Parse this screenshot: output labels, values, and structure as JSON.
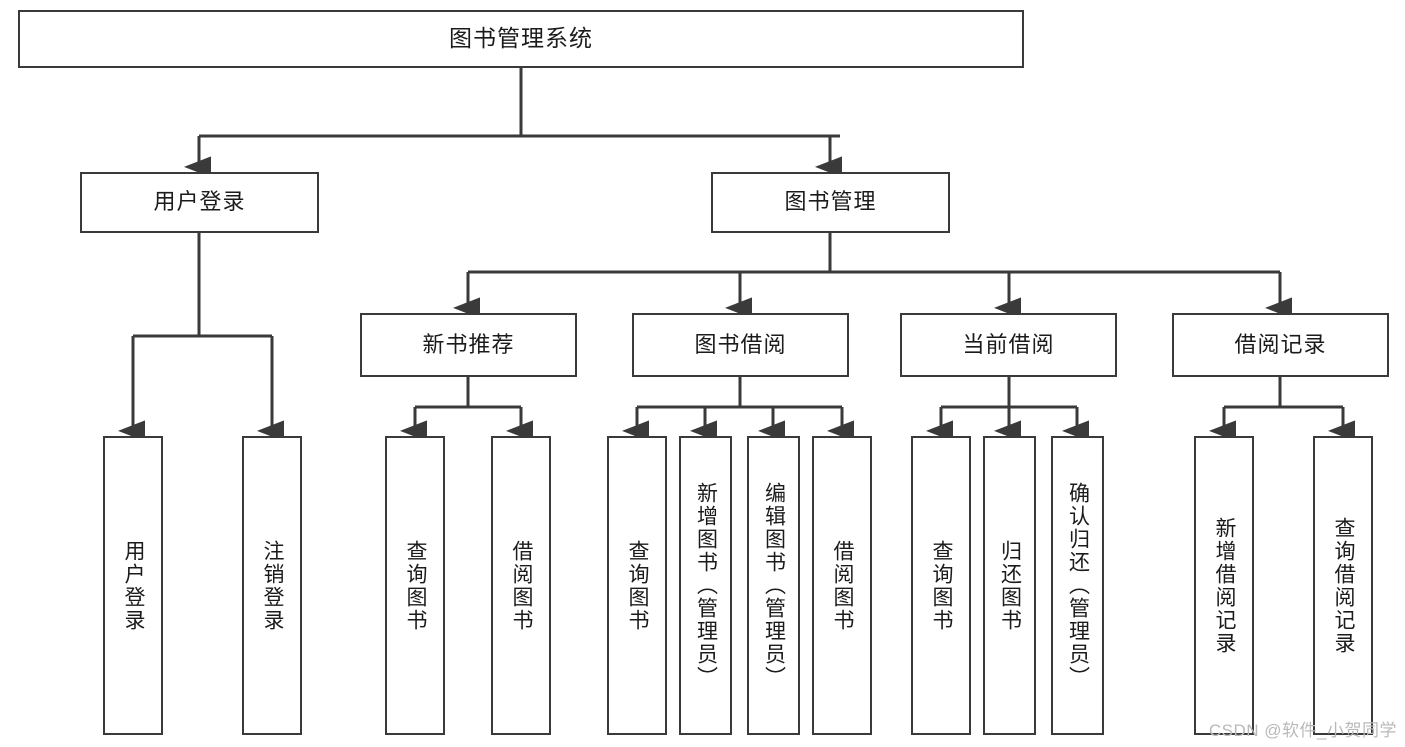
{
  "diagram": {
    "title": "图书管理系统",
    "watermark": "CSDN @软件_小贺同学",
    "colors": {
      "stroke": "#3a3a3a",
      "box_fill": "#ffffff",
      "text": "#1b1b1b",
      "watermark": "#b9b9b9",
      "background": "#ffffff"
    },
    "root": {
      "label": "图书管理系统"
    },
    "level2": [
      {
        "label": "用户登录"
      },
      {
        "label": "图书管理"
      }
    ],
    "level3": [
      {
        "label": "新书推荐"
      },
      {
        "label": "图书借阅"
      },
      {
        "label": "当前借阅"
      },
      {
        "label": "借阅记录"
      }
    ],
    "leaves": {
      "user_login": [
        {
          "label": "用户登录"
        },
        {
          "label": "注销登录"
        }
      ],
      "new_book_recommend": [
        {
          "label": "查询图书"
        },
        {
          "label": "借阅图书"
        }
      ],
      "book_borrow": [
        {
          "label": "查询图书"
        },
        {
          "label": "新增图书（管理员）"
        },
        {
          "label": "编辑图书（管理员）"
        },
        {
          "label": "借阅图书"
        }
      ],
      "current_borrow": [
        {
          "label": "查询图书"
        },
        {
          "label": "归还图书"
        },
        {
          "label": "确认归还（管理员）"
        }
      ],
      "borrow_records": [
        {
          "label": "新增借阅记录"
        },
        {
          "label": "查询借阅记录"
        }
      ]
    }
  }
}
